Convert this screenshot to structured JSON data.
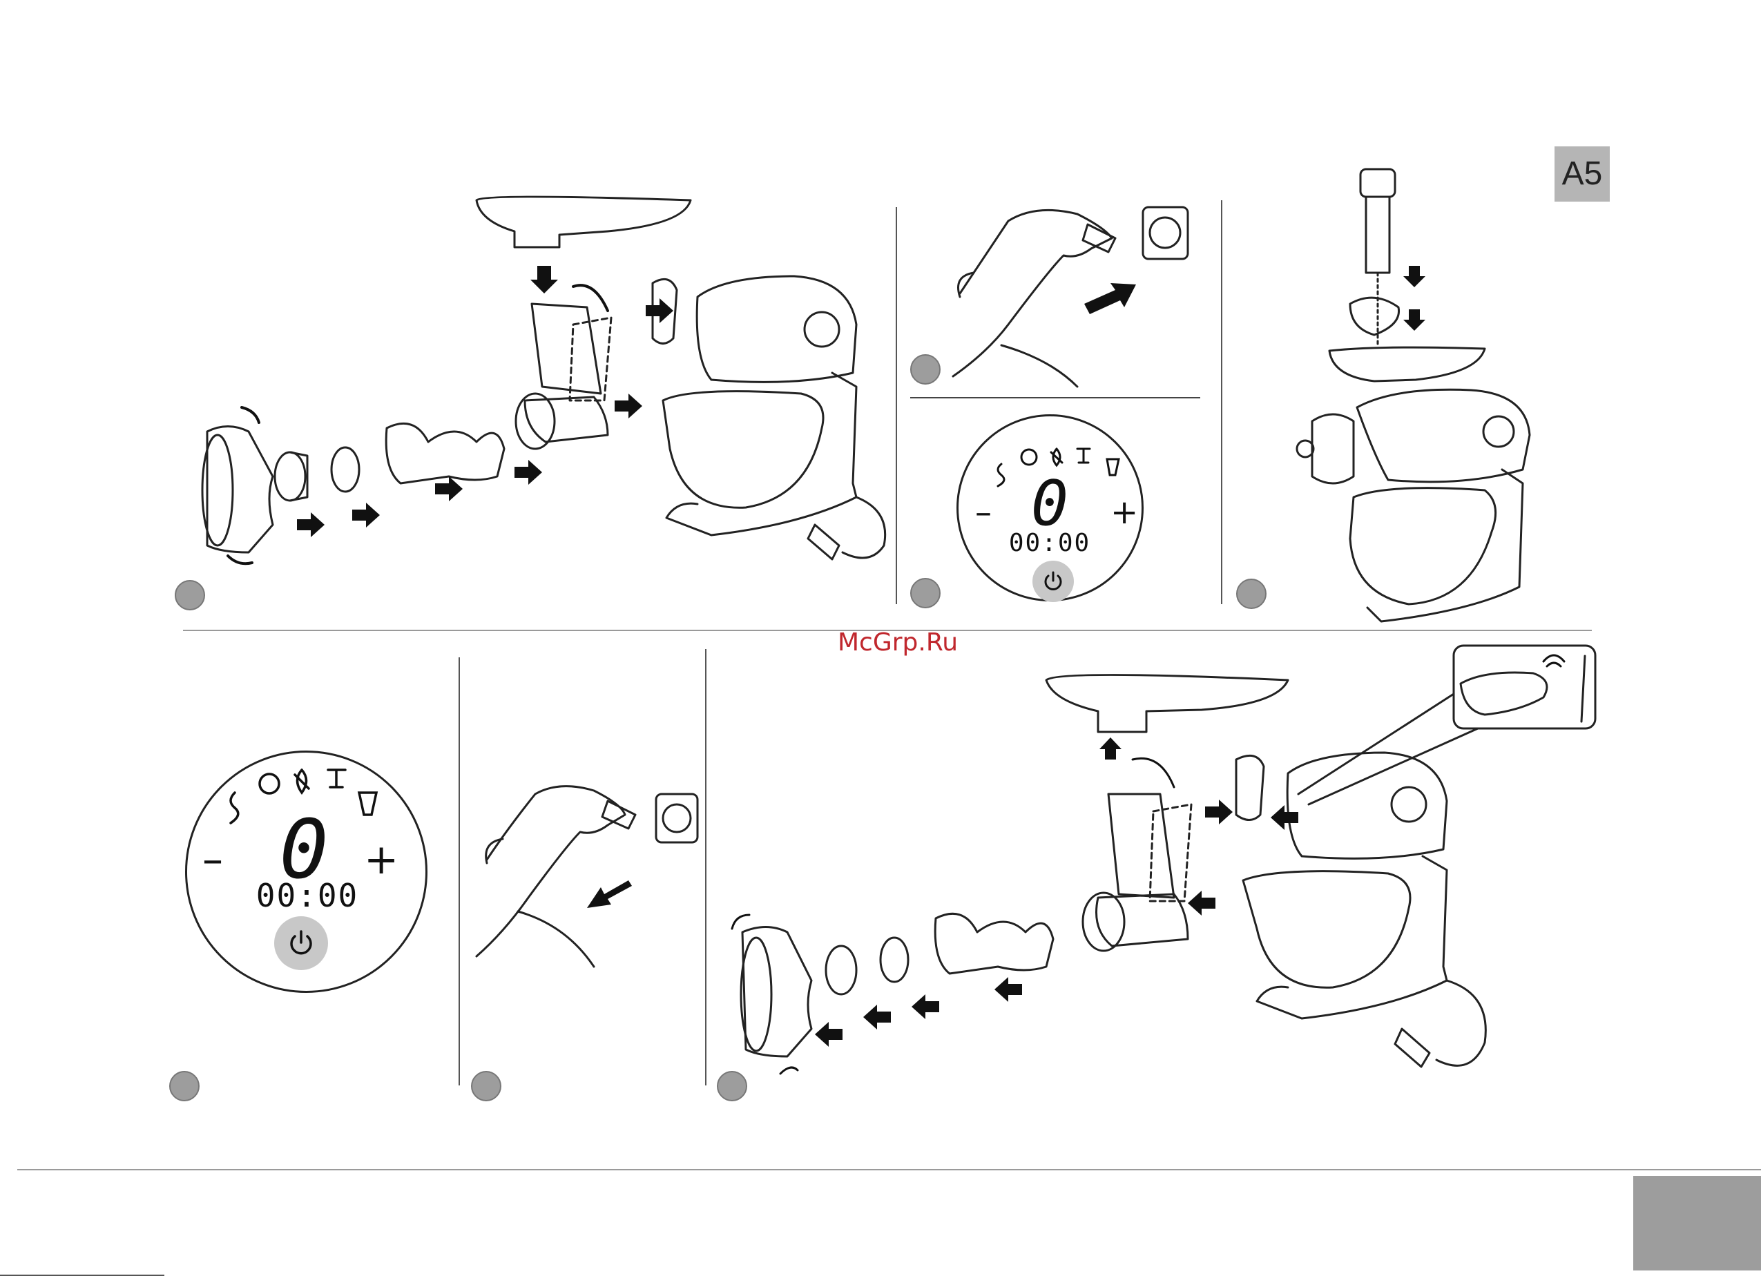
{
  "page": {
    "corner_label": "A5",
    "watermark": "McGrp.Ru"
  },
  "panel_top": {
    "digit": "0",
    "time": "00:00",
    "minus": "–",
    "plus": "+"
  },
  "panel_bottom": {
    "digit": "0",
    "time": "00:00",
    "minus": "–",
    "plus": "+"
  },
  "icons": {
    "power": "power-icon",
    "dough_hook": "dough-hook-icon",
    "beater": "beater-icon",
    "whisk": "whisk-icon",
    "mincer": "mincer-icon",
    "blender": "blender-jug-icon",
    "socket": "wall-socket-icon",
    "plug": "plug-icon",
    "hand": "hand-icon",
    "touch": "touch-sensor-icon",
    "arrow": "arrow-icon"
  },
  "colors": {
    "step_dot": "#9d9d9d",
    "label_bg": "#b5b5b5",
    "watermark": "#c0272d",
    "power_btn": "#c8c8c8"
  }
}
